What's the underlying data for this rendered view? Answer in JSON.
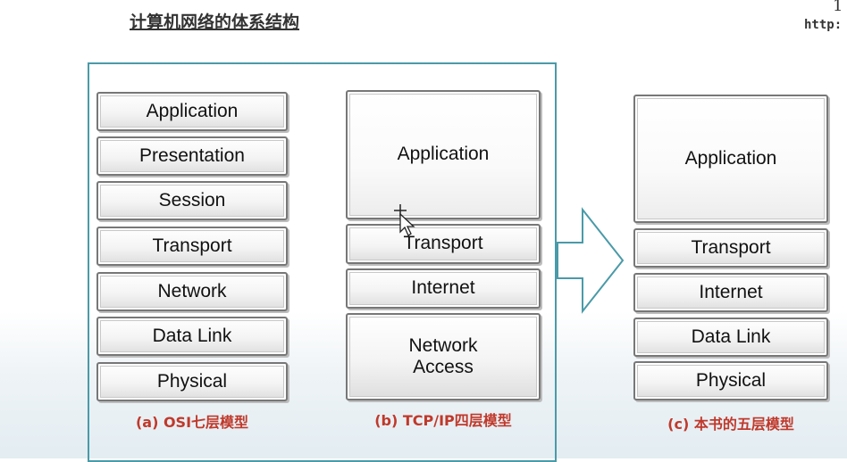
{
  "header": {
    "title": "计算机网络的体系结构",
    "corner_text_1": "1",
    "corner_text_2": "http:"
  },
  "osi": {
    "layers": [
      "Application",
      "Presentation",
      "Session",
      "Transport",
      "Network",
      "Data Link",
      "Physical"
    ],
    "caption": "(a) OSI七层模型"
  },
  "tcpip": {
    "layers": [
      "Application",
      "Transport",
      "Internet",
      "Network\nAccess"
    ],
    "caption": "(b) TCP/IP四层模型"
  },
  "five": {
    "layers": [
      "Application",
      "Transport",
      "Internet",
      "Data Link",
      "Physical"
    ],
    "caption": "(c)  本书的五层模型"
  },
  "colors": {
    "frame": "#4a9aa8",
    "caption": "#c0392b"
  }
}
